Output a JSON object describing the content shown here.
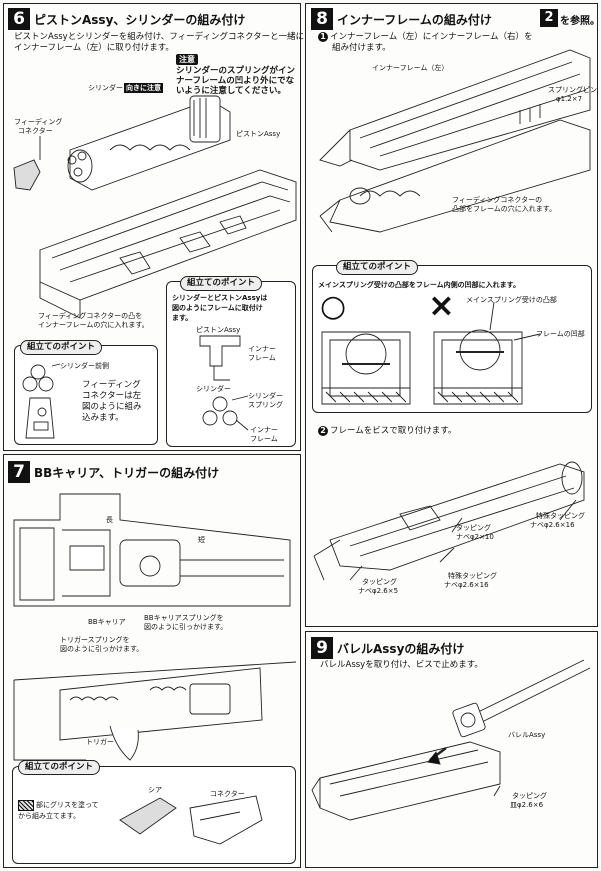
{
  "step6": {
    "number": "6",
    "title": "ピストンAssy、シリンダーの組み付け",
    "desc": [
      "ピストンAssyとシリンダーを組み付け、フィーディングコネクターと一緒に",
      "インナーフレーム（左）に取り付けます。"
    ],
    "caution_tag": "注意",
    "caution_text": [
      "シリンダーのスプリングがイン",
      "ナーフレームの凹より外にでな",
      "いように注意してください。"
    ],
    "label_cylinder": "シリンダー",
    "label_direction": "向きに注意",
    "label_feeding": [
      "フィーディング",
      "コネクター"
    ],
    "label_piston": "ピストンAssy",
    "label_boss": [
      "フィーディングコネクターの凸を",
      "インナーフレームの穴に入れます。"
    ],
    "point1": {
      "title": "組立てのポイント",
      "spring": "シリンダー前側",
      "text": [
        "フィーディング",
        "コネクターは左",
        "図のように組み",
        "込みます。"
      ]
    },
    "point2": {
      "title": "組立てのポイント",
      "text": [
        "シリンダーとピストンAssyは",
        "図のようにフレームに取付け",
        "ます。"
      ],
      "l_piston": "ピストンAssy",
      "l_inner": [
        "インナー",
        "フレーム"
      ],
      "l_cyl": "シリンダー",
      "l_cylspring": [
        "シリンダー",
        "スプリング"
      ],
      "l_inner2": [
        "インナー",
        "フレーム"
      ]
    }
  },
  "step7": {
    "number": "7",
    "title": "BBキャリア、トリガーの組み付け",
    "l_long": "長",
    "l_short": "短",
    "l_bbcarrier": "BBキャリア",
    "l_bbspring": [
      "BBキャリアスプリングを",
      "図のように引っかけます。"
    ],
    "l_trigspring": [
      "トリガースプリングを",
      "図のように引っかけます。"
    ],
    "l_trigger": "トリガー",
    "point": {
      "title": "組立てのポイント",
      "text": [
        "部にグリスを塗って",
        "から組み立てます。"
      ],
      "l_sear": "シア",
      "l_connector": "コネクター"
    }
  },
  "step8": {
    "number": "8",
    "title": "インナーフレームの組み付け",
    "ref_no": "2",
    "ref_text": "を参照。",
    "sub1": {
      "no": "1",
      "text": [
        "インナーフレーム（左）にインナーフレーム（右）を",
        "組み付けます。"
      ]
    },
    "l_innerleft": "インナーフレーム（左）",
    "l_springpin": [
      "スプリングピン",
      "φ1.2×7"
    ],
    "l_feed_boss": [
      "フィーディングコネクターの",
      "凸部をフレームの穴に入れます。"
    ],
    "point": {
      "title": "組立てのポイント",
      "text": "メインスプリング受けの凸部をフレーム内側の凹部に入れます。",
      "l_mainspring": "メインスプリング受けの凸部",
      "l_frame_recess": "フレームの凹部",
      "ok": "○",
      "ng": "×"
    },
    "sub2": {
      "no": "2",
      "text": "フレームをビスで取り付けます。"
    },
    "l_screw1": [
      "特殊タッピング",
      "ナベφ2.6×16"
    ],
    "l_screw2": [
      "タッピング",
      "ナベφ2×10"
    ],
    "l_screw3": [
      "特殊タッピング",
      "ナベφ2.6×16"
    ],
    "l_screw4": [
      "タッピング",
      "ナベφ2.6×5"
    ]
  },
  "step9": {
    "number": "9",
    "title": "バレルAssyの組み付け",
    "desc": "バレルAssyを取り付け、ビスで止めます。",
    "l_barrel": "バレルAssy",
    "l_screw": [
      "タッピング",
      "皿φ2.6×6"
    ]
  }
}
